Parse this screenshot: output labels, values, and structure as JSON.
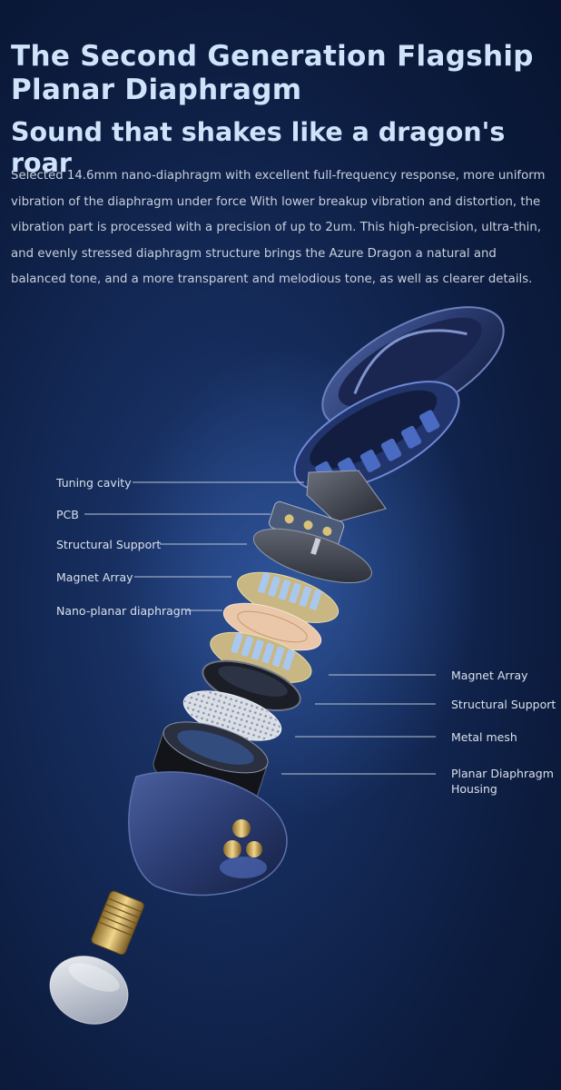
{
  "header": {
    "title": "The Second Generation Flagship Planar Diaphragm",
    "subtitle": "Sound that shakes like a dragon's roar"
  },
  "description": "Selected 14.6mm nano-diaphragm with excellent full-frequency response, more uniform vibration of the diaphragm under force  With lower breakup vibration and distortion, the vibration part is processed with a precision of up to 2um. This high-precision, ultra-thin, and evenly stressed diaphragm structure brings the Azure Dragon a natural and balanced tone, and a more transparent and melodious tone, as well as clearer details.",
  "labels_left": [
    {
      "text": "Tuning cavity"
    },
    {
      "text": "PCB"
    },
    {
      "text": "Structural Support"
    },
    {
      "text": "Magnet Array"
    },
    {
      "text": "Nano-planar diaphragm"
    }
  ],
  "labels_right": [
    {
      "text": "Magnet Array"
    },
    {
      "text": "Structural Support"
    },
    {
      "text": "Metal mesh"
    },
    {
      "text": "Planar Diaphragm Housing"
    }
  ],
  "colors": {
    "background": "#0c1b3d",
    "heading": "#cfe4fb",
    "body_text": "#c7cfdc",
    "shell_blue": "#3a4f8f"
  }
}
